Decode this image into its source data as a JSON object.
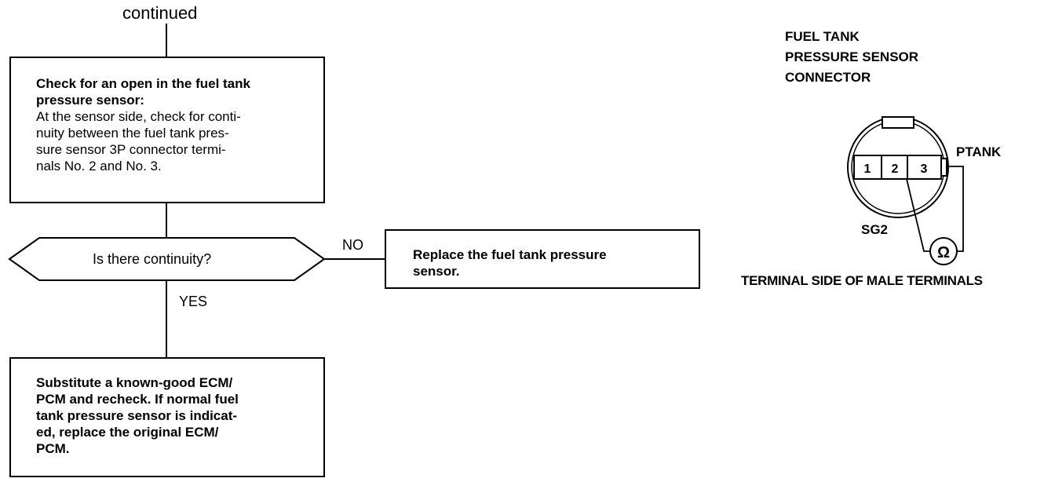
{
  "flowchart": {
    "continued_label": "continued",
    "box1": {
      "title_line1": "Check for an open in the fuel tank",
      "title_line2": "pressure sensor:",
      "lines": [
        "At the sensor side, check for conti-",
        "nuity between the fuel tank pres-",
        "sure sensor 3P connector termi-",
        "nals No. 2 and No. 3."
      ]
    },
    "decision": "Is there continuity?",
    "no_label": "NO",
    "yes_label": "YES",
    "no_box": {
      "lines": [
        "Replace the fuel tank pressure",
        "sensor."
      ]
    },
    "yes_box": {
      "lines": [
        "Substitute a known-good ECM/",
        "PCM and recheck. If normal fuel",
        "tank pressure sensor is indicat-",
        "ed, replace the original ECM/",
        "PCM."
      ]
    }
  },
  "connector": {
    "title_lines": [
      "FUEL TANK",
      "PRESSURE SENSOR",
      "CONNECTOR"
    ],
    "terminals": [
      "1",
      "2",
      "3"
    ],
    "ptank_label": "PTANK",
    "sg2_label": "SG2",
    "ohm_symbol": "Ω",
    "caption": "TERMINAL SIDE OF MALE TERMINALS"
  }
}
